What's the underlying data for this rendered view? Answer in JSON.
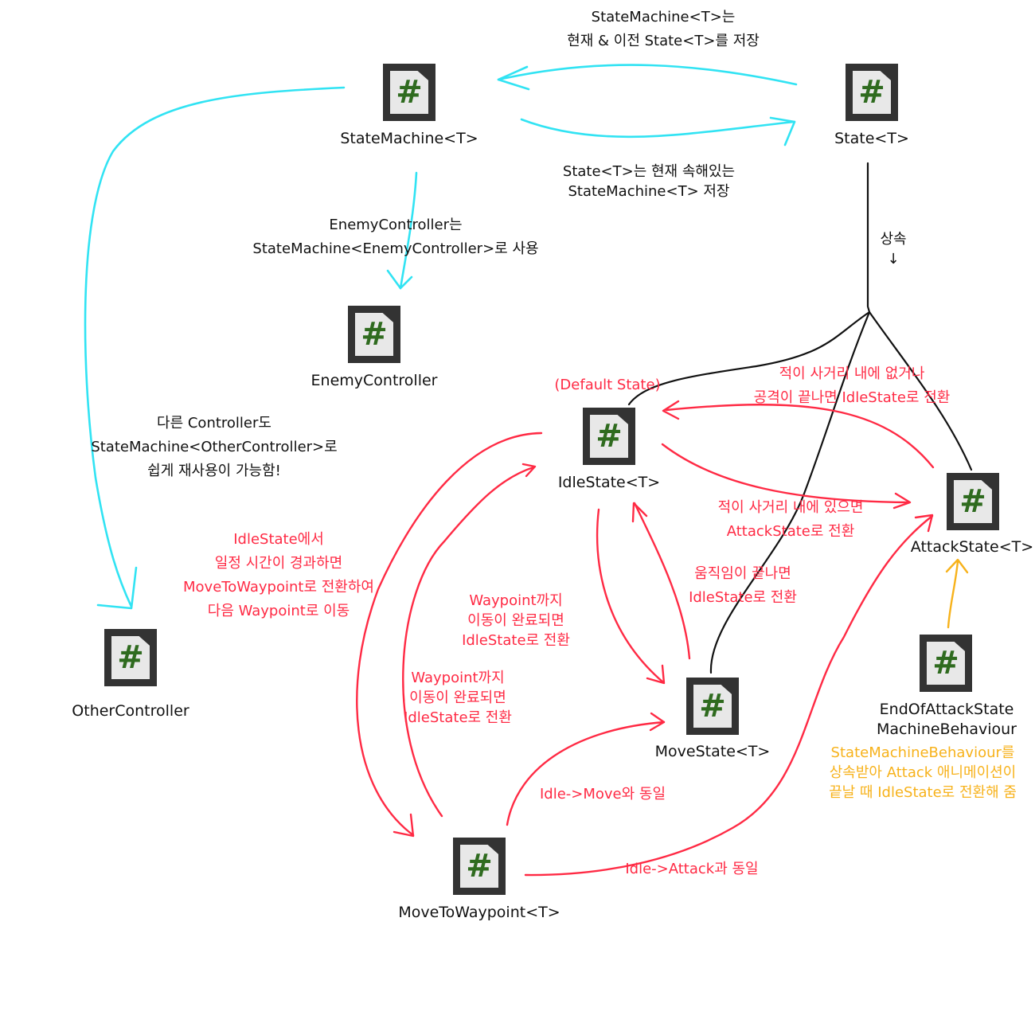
{
  "colors": {
    "cyan": "#31e3f3",
    "red": "#ff2a44",
    "black": "#111111",
    "orange": "#f7b21b",
    "icon_bg": "#333333",
    "icon_hash": "#2f6b1f"
  },
  "nodes": {
    "state_machine": {
      "icon": "csharp-file-icon",
      "label": "StateMachine<T>"
    },
    "state": {
      "icon": "csharp-file-icon",
      "label": "State<T>"
    },
    "enemy_controller": {
      "icon": "csharp-file-icon",
      "label": "EnemyController"
    },
    "other_controller": {
      "icon": "csharp-file-icon",
      "label": "OtherController"
    },
    "idle_state": {
      "icon": "csharp-file-icon",
      "label": "IdleState<T>"
    },
    "attack_state": {
      "icon": "csharp-file-icon",
      "label": "AttackState<T>"
    },
    "move_state": {
      "icon": "csharp-file-icon",
      "label": "MoveState<T>"
    },
    "move_to_waypoint": {
      "icon": "csharp-file-icon",
      "label": "MoveToWaypoint<T>"
    },
    "end_of_attack": {
      "icon": "csharp-file-icon",
      "label_line1": "EndOfAttackState",
      "label_line2": "MachineBehaviour"
    }
  },
  "notes": {
    "sm_stores_state": [
      "StateMachine<T>는",
      "현재 & 이전 State<T>를 저장"
    ],
    "state_stores_sm": [
      "State<T>는 현재 속해있는",
      "StateMachine<T> 저장"
    ],
    "enemy_uses": [
      "EnemyController는",
      "StateMachine<EnemyController>로 사용"
    ],
    "other_reuse": [
      "다른 Controller도",
      "StateMachine<OtherController>로",
      "쉽게 재사용이 가능함!"
    ],
    "inherit": [
      "상속",
      "↓"
    ],
    "default_state": "(Default State)",
    "to_idle_from_attack": [
      "적이 사거리 내에 없거나",
      "공격이 끝나면 IdleState로 전환"
    ],
    "to_attack": [
      "적이 사거리 내에 있으면",
      "AttackState로 전환"
    ],
    "move_done": [
      "움직임이 끝나면",
      "IdleState로 전환"
    ],
    "idle_to_waypoint": [
      "IdleState에서",
      "일정 시간이 경과하면",
      "MoveToWaypoint로 전환하여",
      "다음 Waypoint로 이동"
    ],
    "waypoint_done_1": [
      "Waypoint까지",
      "이동이 완료되면",
      "IdleState로 전환"
    ],
    "waypoint_done_2": [
      "Waypoint까지",
      "이동이 완료되면",
      "IdleState로 전환"
    ],
    "same_as_move": "Idle->Move와 동일",
    "same_as_attack": "Idle->Attack과 동일",
    "end_of_attack_desc": [
      "StateMachineBehaviour를",
      "상속받아 Attack 애니메이션이",
      "끝날 때 IdleState로 전환해 줌"
    ]
  }
}
